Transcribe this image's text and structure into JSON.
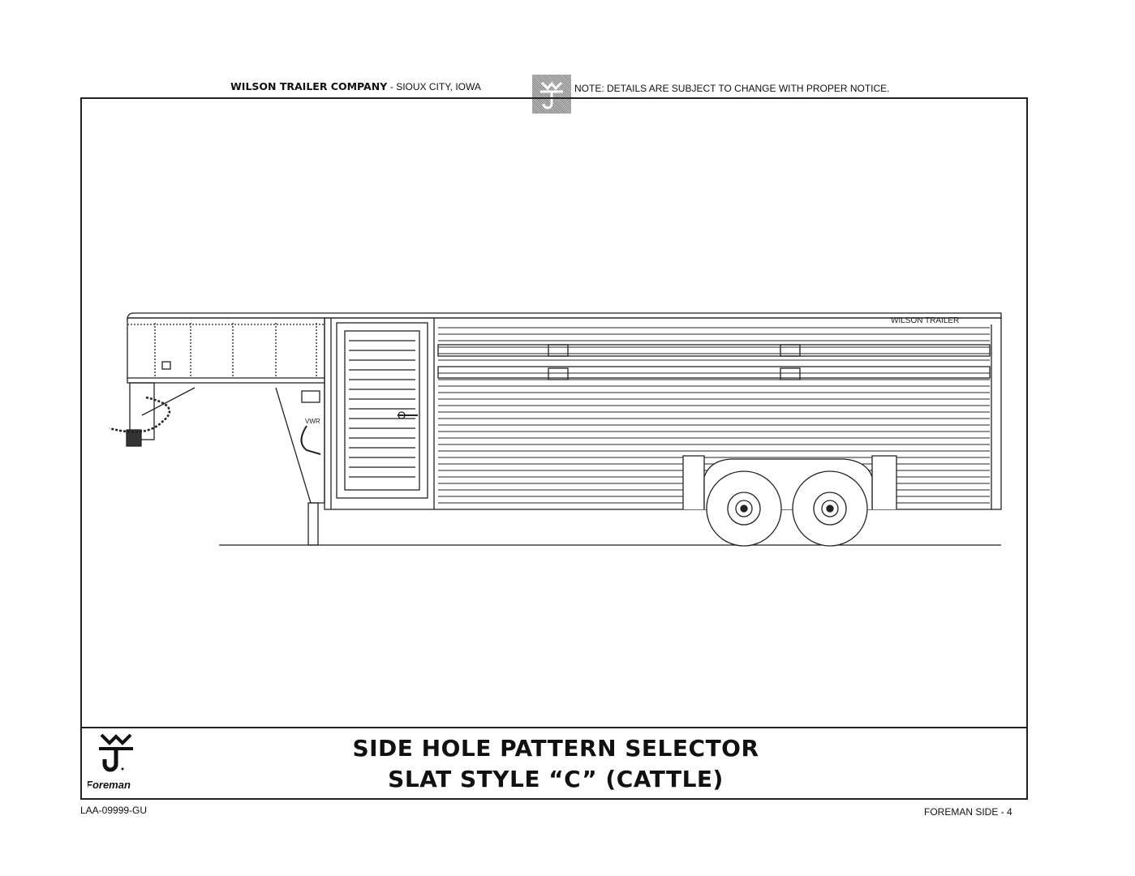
{
  "header": {
    "company": "WILSON TRAILER COMPANY",
    "location": "- SIOUX CITY, IOWA",
    "note": "NOTE: DETAILS ARE SUBJECT TO CHANGE WITH PROPER NOTICE."
  },
  "drawing": {
    "side_decal": "WILSON TRAILER",
    "label_vwr": "VWR"
  },
  "title_block": {
    "logo_text": "Foreman",
    "title_line1": "SIDE HOLE PATTERN SELECTOR",
    "title_line2": "SLAT STYLE “C” (CATTLE)"
  },
  "footer": {
    "drawing_number": "LAA-09999-GU",
    "sheet": "FOREMAN SIDE - 4"
  }
}
